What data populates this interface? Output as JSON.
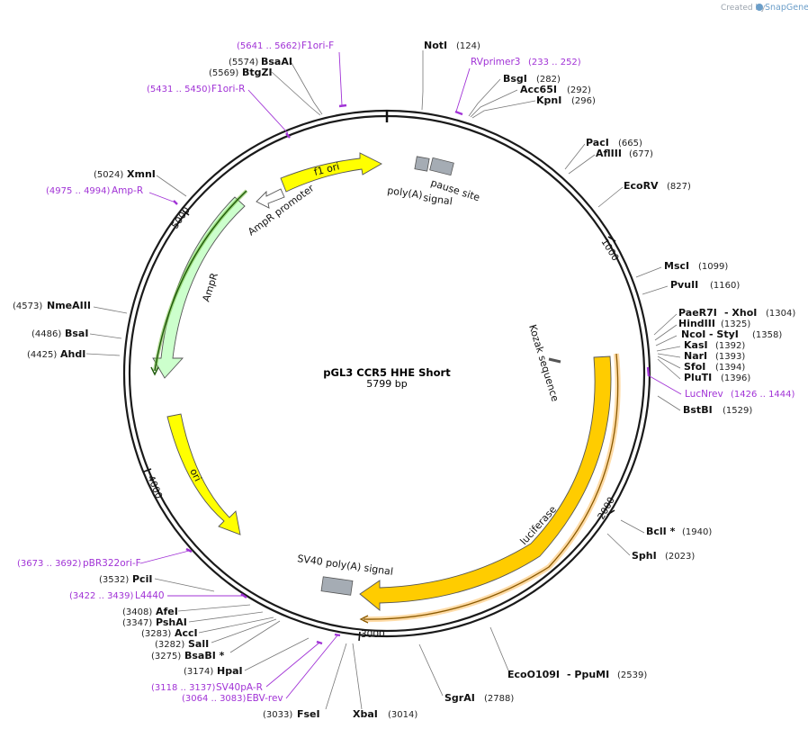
{
  "credit": {
    "created_by": "Created by",
    "app": "SnapGene"
  },
  "plasmid": {
    "name": "pGL3 CCR5 HHE Short",
    "length": "5799 bp"
  },
  "ticks": [
    {
      "label": "1000",
      "pos": 1000
    },
    {
      "label": "2000",
      "pos": 2000
    },
    {
      "label": "3000",
      "pos": 3000
    },
    {
      "label": "4000",
      "pos": 4000
    },
    {
      "label": "5000",
      "pos": 5000
    }
  ],
  "sites": [
    {
      "name": "NotI",
      "pos": "(124)"
    },
    {
      "name": "BsgI",
      "pos": "(282)"
    },
    {
      "name": "Acc65I",
      "pos": "(292)"
    },
    {
      "name": "KpnI",
      "pos": "(296)"
    },
    {
      "name": "PacI",
      "pos": "(665)"
    },
    {
      "name": "AflIII",
      "pos": "(677)"
    },
    {
      "name": "EcoRV",
      "pos": "(827)"
    },
    {
      "name": "MscI",
      "pos": "(1099)"
    },
    {
      "name": "PvuII",
      "pos": "(1160)"
    },
    {
      "name": "PaeR7I",
      "pos": ""
    },
    {
      "name": "- XhoI",
      "pos": "(1304)"
    },
    {
      "name": "HindIII",
      "pos": "(1325)"
    },
    {
      "name": "NcoI",
      "pos": ""
    },
    {
      "name": "- StyI",
      "pos": "(1358)"
    },
    {
      "name": "KasI",
      "pos": "(1392)"
    },
    {
      "name": "NarI",
      "pos": "(1393)"
    },
    {
      "name": "SfoI",
      "pos": "(1394)"
    },
    {
      "name": "PluTI",
      "pos": "(1396)"
    },
    {
      "name": "BstBI",
      "pos": "(1529)"
    },
    {
      "name": "BclI *",
      "pos": "(1940)"
    },
    {
      "name": "SphI",
      "pos": "(2023)"
    },
    {
      "name": "EcoO109I",
      "pos": ""
    },
    {
      "name": "- PpuMI",
      "pos": "(2539)"
    },
    {
      "name": "SgrAI",
      "pos": "(2788)"
    },
    {
      "name": "XbaI",
      "pos": "(3014)"
    },
    {
      "name": "FseI",
      "pos": "(3033)"
    },
    {
      "name": "HpaI",
      "pos": "(3174)"
    },
    {
      "name": "BsaBI *",
      "pos": "(3275)"
    },
    {
      "name": "SalI",
      "pos": "(3282)"
    },
    {
      "name": "AccI",
      "pos": "(3283)"
    },
    {
      "name": "PshAI",
      "pos": "(3347)"
    },
    {
      "name": "AfeI",
      "pos": "(3408)"
    },
    {
      "name": "PciI",
      "pos": "(3532)"
    },
    {
      "name": "AhdI",
      "pos": "(4425)"
    },
    {
      "name": "BsaI",
      "pos": "(4486)"
    },
    {
      "name": "NmeAIII",
      "pos": "(4573)"
    },
    {
      "name": "XmnI",
      "pos": "(5024)"
    },
    {
      "name": "BtgZI",
      "pos": "(5569)"
    },
    {
      "name": "BsaAI",
      "pos": "(5574)"
    }
  ],
  "primers": [
    {
      "name": "F1ori-F",
      "range": "(5641 .. 5662)"
    },
    {
      "name": "RVprimer3",
      "range": "(233 .. 252)"
    },
    {
      "name": "F1ori-R",
      "range": "(5431 .. 5450)"
    },
    {
      "name": "Amp-R",
      "range": "(4975 .. 4994)"
    },
    {
      "name": "LucNrev",
      "range": "(1426 .. 1444)"
    },
    {
      "name": "pBR322ori-F",
      "range": "(3673 .. 3692)"
    },
    {
      "name": "L4440",
      "range": "(3422 .. 3439)"
    },
    {
      "name": "SV40pA-R",
      "range": "(3118 .. 3137)"
    },
    {
      "name": "EBV-rev",
      "range": "(3064 .. 3083)"
    }
  ],
  "features": [
    {
      "name": "f1 ori"
    },
    {
      "name": "AmpR promoter"
    },
    {
      "name": "AmpR"
    },
    {
      "name": "ori"
    },
    {
      "name": "luciferase"
    },
    {
      "name": "SV40 poly(A) signal"
    },
    {
      "name": "poly(A)"
    },
    {
      "name": "signal"
    },
    {
      "name": "pause site"
    },
    {
      "name": "Kozak sequence"
    }
  ],
  "colors": {
    "backbone": "#1a1a1a",
    "f1ori": "#ffff00",
    "ori": "#ffff00",
    "ampr": "#ccffcc",
    "luciferase": "#ffcc00",
    "polyA": "#a5acb4",
    "primer": "#a133d6"
  }
}
